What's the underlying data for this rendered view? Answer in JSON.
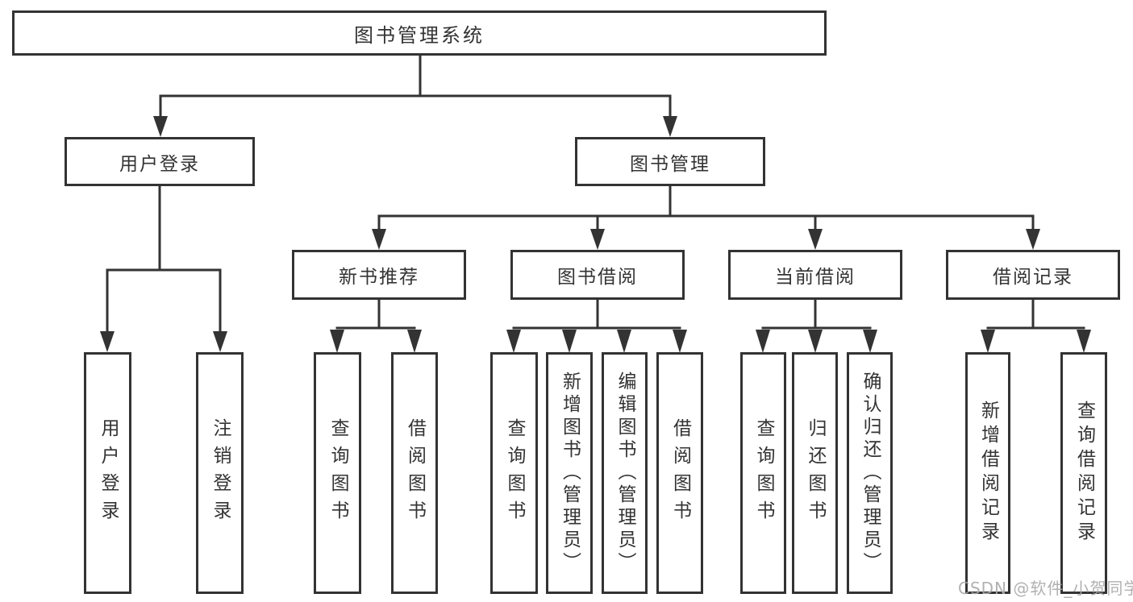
{
  "diagram": {
    "title": "图书管理系统",
    "root": {
      "label": "图书管理系统"
    },
    "level1": [
      {
        "label": "用户登录"
      },
      {
        "label": "图书管理"
      }
    ],
    "level2": [
      {
        "label": "新书推荐"
      },
      {
        "label": "图书借阅"
      },
      {
        "label": "当前借阅"
      },
      {
        "label": "借阅记录"
      }
    ],
    "leaves": {
      "user_login": [
        {
          "label": "用户登录"
        },
        {
          "label": "注销登录"
        }
      ],
      "new_book_recommend": [
        {
          "label": "查询图书"
        },
        {
          "label": "借阅图书"
        }
      ],
      "book_borrow": [
        {
          "label": "查询图书"
        },
        {
          "label": "新增图书（管理员）"
        },
        {
          "label": "编辑图书（管理员）"
        },
        {
          "label": "借阅图书"
        }
      ],
      "current_borrow": [
        {
          "label": "查询图书"
        },
        {
          "label": "归还图书"
        },
        {
          "label": "确认归还（管理员）"
        }
      ],
      "borrow_records": [
        {
          "label": "新增借阅记录"
        },
        {
          "label": "查询借阅记录"
        }
      ]
    },
    "colors": {
      "line": "#333333",
      "box_border": "#333333",
      "text": "#333333",
      "background": "#ffffff",
      "watermark": "#a8a8a8"
    }
  },
  "watermark": {
    "text": "CSDN @软件_小贺同学"
  }
}
